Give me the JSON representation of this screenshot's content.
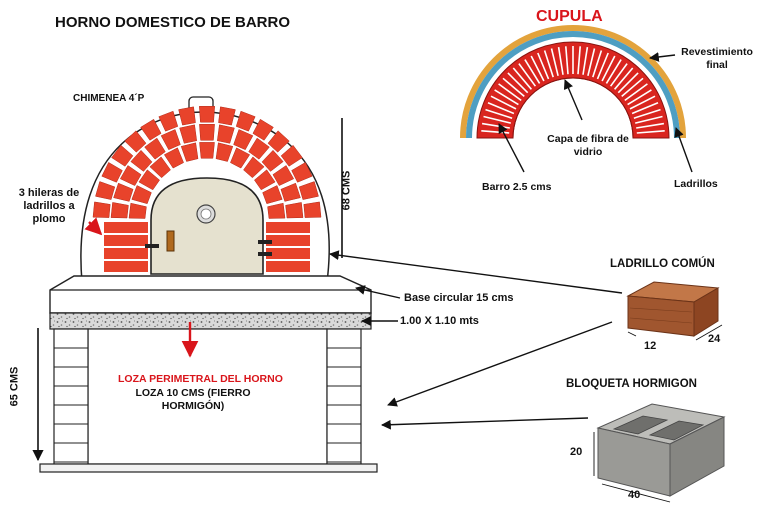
{
  "title": "HORNO DOMESTICO DE BARRO",
  "chimney_label": "CHIMENEA 4´P",
  "rows_label": [
    "3 hileras de",
    "ladrillos a",
    "plomo"
  ],
  "dome_height_label": "68 CMS",
  "base_label": "Base circular 15 cms",
  "slab_size_label": "1.00 X 1.10 mts",
  "stand_height_label": "65 CMS",
  "slab_red_label": "LOZA PERIMETRAL DEL HORNO",
  "slab_label_lines": [
    "LOZA 10 CMS (FIERRO",
    "HORMIGÓN)"
  ],
  "cupula": {
    "title": "CUPULA",
    "layers": {
      "revestimiento": [
        "Revestimiento",
        "final"
      ],
      "fibra": [
        "Capa de fibra de",
        "vidrio"
      ],
      "barro": "Barro 2.5 cms",
      "ladrillos": "Ladrillos"
    }
  },
  "brick": {
    "title": "LADRILLO COMÚN",
    "dim_a": "12",
    "dim_b": "24"
  },
  "block": {
    "title": "BLOQUETA HORMIGON",
    "dim_h": "20",
    "dim_w": "40"
  },
  "colors": {
    "title_red": "#d9151b",
    "brick": "#e8432b",
    "mortar": "#ffffff",
    "door": "#e5e1cf",
    "adobe": "#a0562f",
    "block": "#9a9a96",
    "clay_ring": "#e3a33c",
    "fiber_ring": "#4e9ec2"
  }
}
